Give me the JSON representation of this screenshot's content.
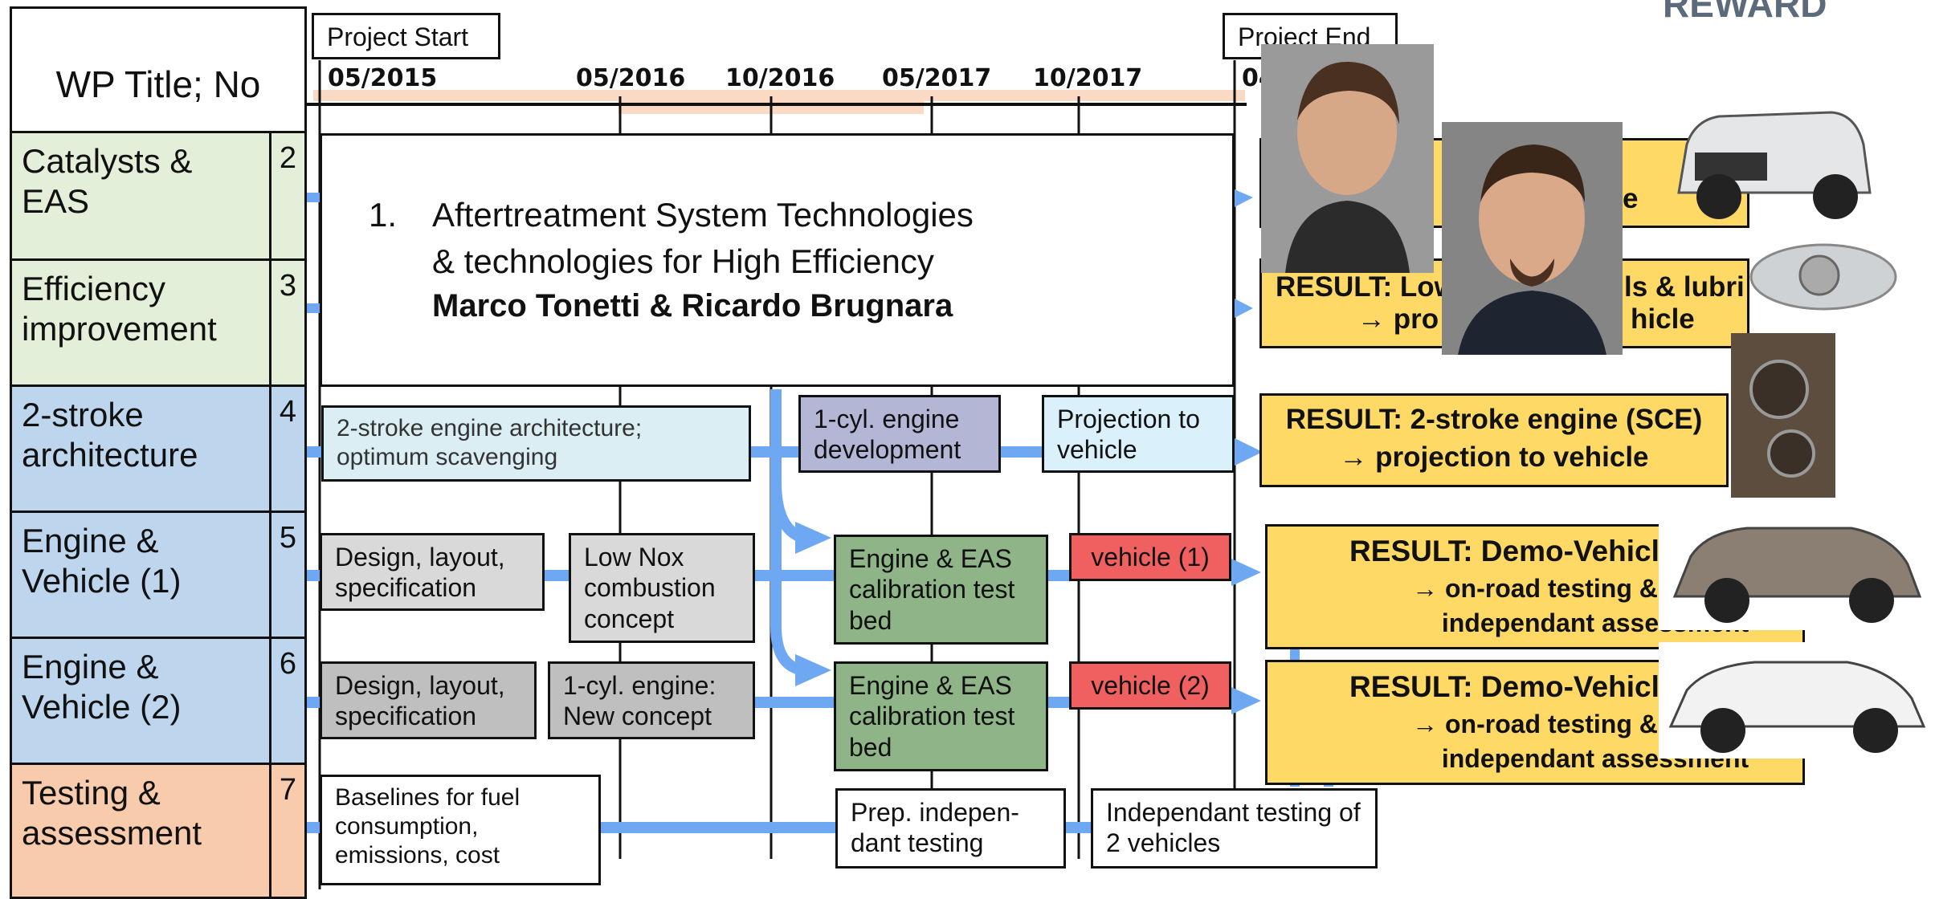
{
  "header": {
    "wp_header": "WP Title; No",
    "project_start": "Project Start",
    "project_end": "Project End",
    "reward": "REWARD",
    "dates": [
      "05/2015",
      "05/2016",
      "10/2016",
      "05/2017",
      "10/2017",
      "04"
    ]
  },
  "work_packages": [
    {
      "title": "Catalysts & EAS",
      "no": "2"
    },
    {
      "title": "Efficiency improvement",
      "no": "3"
    },
    {
      "title": "2-stroke architecture",
      "no": "4"
    },
    {
      "title": "Engine & Vehicle (1)",
      "no": "5"
    },
    {
      "title": "Engine & Vehicle (2)",
      "no": "6"
    },
    {
      "title": "Testing & assessment",
      "no": "7"
    }
  ],
  "overlay": {
    "number": "1.",
    "line1": "Aftertreatment System Technologies",
    "line2": "& technologies for High Efficiency",
    "names": "Marco Tonetti & Ricardo Brugnara"
  },
  "tasks": {
    "wp4_a": "2-stroke engine architecture; optimum scavenging",
    "wp4_b": "1-cyl. engine development",
    "wp4_c": "Projection to vehicle",
    "wp5_a": "Design, layout, specification",
    "wp5_b": "Low Nox combustion concept",
    "wp5_c": "Engine & EAS calibration test bed",
    "wp5_d": "vehicle (1)",
    "wp6_a": "Design, layout, specification",
    "wp6_b": "1-cyl. engine: New concept",
    "wp6_c": "Engine & EAS calibration test bed",
    "wp6_d": "vehicle (2)",
    "wp7_a": "Baselines for fuel consumption, emissions, cost",
    "wp7_b": "Prep. indepen- dant testing",
    "wp7_c": "Independant testing of  2 vehicles"
  },
  "results": {
    "r2_partial": "e",
    "r3_left": "RESULT: Low",
    "r3_right": "ls & lubri",
    "r3_line2_left": "→ pro",
    "r3_line2_right": "hicle",
    "r4_line1": "RESULT: 2-stroke engine (SCE)",
    "r4_line2": "→ projection to vehicle",
    "r5_line1": "RESULT: Demo-Vehicle (1)",
    "r5_line2": "→ on-road testing &",
    "r5_line3": "independant assessment",
    "r6_line1": "RESULT: Demo-Vehicle (2)",
    "r6_line2": "→ on-road testing &",
    "r6_line3": "independant assessment"
  },
  "colors": {
    "arrow_blue": "#6fa8f2",
    "wp_green": "#e3efd9",
    "wp_blue": "#bdd6ee",
    "wp_orange": "#f8cbad",
    "result_yellow": "#ffd966",
    "task_green": "#8fb488",
    "task_red": "#f06060",
    "task_lightblue": "#daeef3",
    "task_purple": "#b4b6d6",
    "task_grey": "#d9d9d9"
  }
}
